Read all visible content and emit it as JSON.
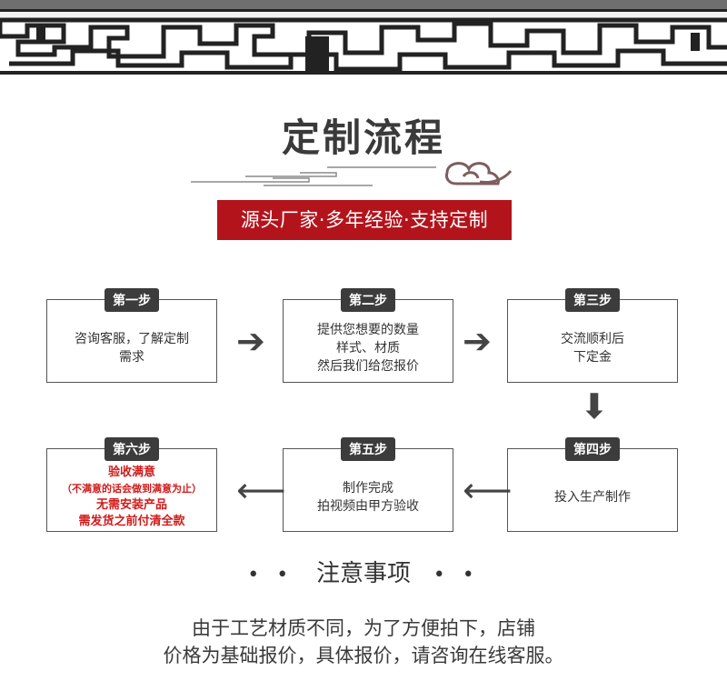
{
  "title": "定制流程",
  "banner": "源头厂家·多年经验·支持定制",
  "steps": [
    {
      "label": "第一步",
      "lines": [
        "咨询客服，了解定制",
        "需求"
      ]
    },
    {
      "label": "第二步",
      "lines": [
        "提供您想要的数量",
        "样式、材质",
        "然后我们给您报价"
      ]
    },
    {
      "label": "第三步",
      "lines": [
        "交流顺利后",
        "下定金"
      ]
    },
    {
      "label": "第四步",
      "lines": [
        "投入生产制作"
      ]
    },
    {
      "label": "第五步",
      "lines": [
        "制作完成",
        "拍视频由甲方验收"
      ]
    },
    {
      "label": "第六步",
      "lines": [
        "验收满意",
        "（不满意的话会做到满意为止）",
        "无需安装产品",
        "需发货之前付清全款"
      ]
    }
  ],
  "arrows": {
    "right": "➔",
    "down": "⬇",
    "left": "⟵"
  },
  "notes": {
    "title": "注意事项",
    "dots": "•  •",
    "lines": [
      "由于工艺材质不同，为了方便拍下，店铺",
      "价格为基础报价，具体报价，请咨询在线客服。"
    ]
  }
}
